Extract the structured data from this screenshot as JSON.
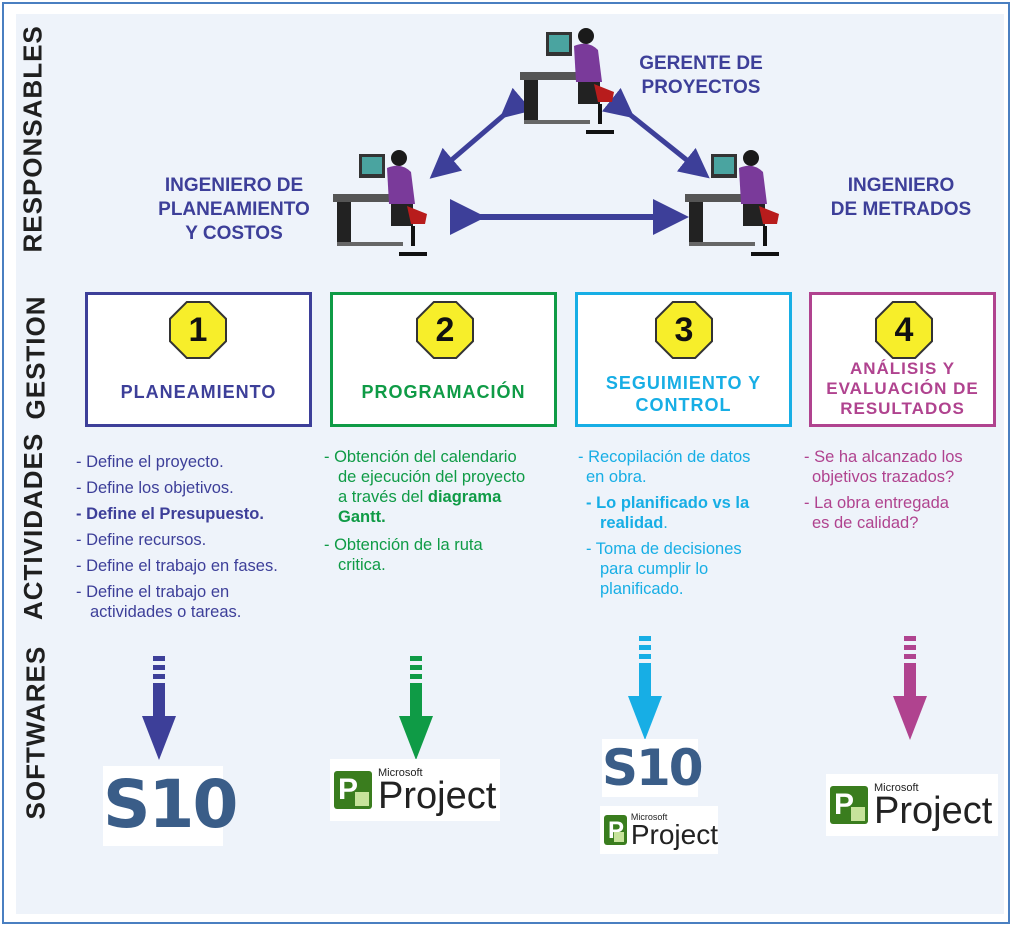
{
  "rows": {
    "responsables": "RESPONSABLES",
    "gestion": "GESTION",
    "actividades": "ACTIVIDADES",
    "softwares": "SOFTWARES"
  },
  "roles": {
    "gerente": [
      "GERENTE DE",
      "PROYECTOS"
    ],
    "planeamiento": [
      "INGENIERO DE",
      "PLANEAMIENTO",
      "Y COSTOS"
    ],
    "metrados": [
      "INGENIERO",
      "DE METRADOS"
    ]
  },
  "stages": [
    {
      "num": "1",
      "title": [
        "PLANEAMIENTO"
      ],
      "color": "#3d3f99"
    },
    {
      "num": "2",
      "title": [
        "PROGRAMACIÓN"
      ],
      "color": "#0f9b46"
    },
    {
      "num": "3",
      "title": [
        "SEGUIMIENTO Y",
        "CONTROL"
      ],
      "color": "#17aee5"
    },
    {
      "num": "4",
      "title": [
        "ANÁLISIS Y",
        "EVALUACIÓN DE",
        "RESULTADOS"
      ],
      "color": "#b0438f"
    }
  ],
  "activities": {
    "a1": [
      "- Define el proyecto.",
      "- Define los objetivos.",
      "- Define el Presupuesto.",
      "- Define recursos.",
      "- Define el trabajo en fases.",
      "- Define el trabajo en",
      "actividades o tareas."
    ],
    "a2": [
      "- Obtención del calendario",
      "de ejecución del proyecto",
      "a través del",
      "diagrama",
      "Gantt.",
      "- Obtención de la ruta",
      "critica."
    ],
    "a3": [
      "- Recopilación de datos",
      "en obra.",
      "- Lo planificado vs la",
      "realidad",
      "- Toma de decisiones",
      "para cumplir lo",
      "planificado."
    ],
    "a4": [
      "- Se ha alcanzado los",
      "objetivos trazados?",
      "- La obra entregada",
      "es de calidad?"
    ]
  },
  "software": {
    "sio": "S10",
    "ms": "Microsoft",
    "project": "Project"
  },
  "icons": {
    "worker": "worker-computer-icon",
    "arrow": "dashed-down-arrow-icon"
  }
}
